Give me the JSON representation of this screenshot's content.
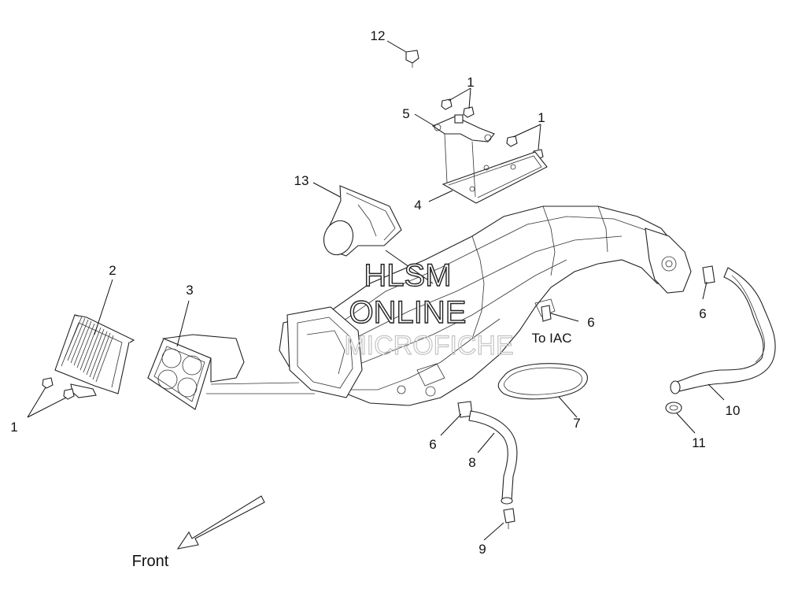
{
  "diagram": {
    "callouts": [
      {
        "id": "c12",
        "text": "12"
      },
      {
        "id": "c1-top",
        "text": "1"
      },
      {
        "id": "c5",
        "text": "5"
      },
      {
        "id": "c1-right",
        "text": "1"
      },
      {
        "id": "c13",
        "text": "13"
      },
      {
        "id": "c4",
        "text": "4"
      },
      {
        "id": "c2",
        "text": "2"
      },
      {
        "id": "c3",
        "text": "3"
      },
      {
        "id": "c6-right",
        "text": "6"
      },
      {
        "id": "c6-mid",
        "text": "6"
      },
      {
        "id": "c10",
        "text": "10"
      },
      {
        "id": "c7",
        "text": "7"
      },
      {
        "id": "c1-left",
        "text": "1"
      },
      {
        "id": "c6-low",
        "text": "6"
      },
      {
        "id": "c8",
        "text": "8"
      },
      {
        "id": "c11",
        "text": "11"
      },
      {
        "id": "c9",
        "text": "9"
      }
    ],
    "note_to_iac": "To IAC",
    "front_label": "Front",
    "watermark": {
      "line1": "HLSM",
      "line2": "ONLINE",
      "line3": "MICROFICHE"
    }
  }
}
